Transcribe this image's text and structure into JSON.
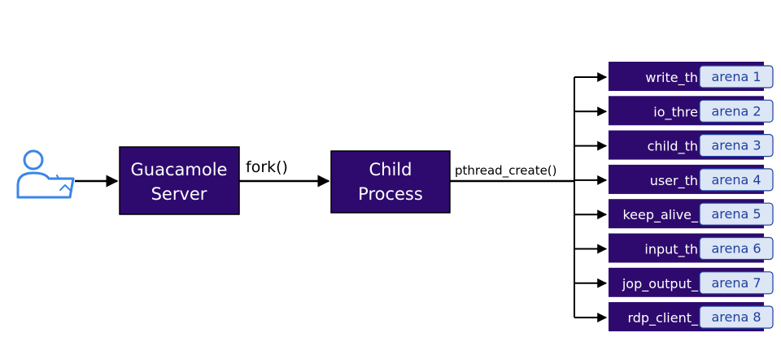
{
  "nodes": {
    "server": {
      "line1": "Guacamole",
      "line2": "Server"
    },
    "child": {
      "line1": "Child",
      "line2": "Process"
    }
  },
  "edges": {
    "fork": "fork()",
    "pthread": "pthread_create()"
  },
  "threads": [
    {
      "name": "write_th",
      "arena": "arena 1"
    },
    {
      "name": "io_thre",
      "arena": "arena 2"
    },
    {
      "name": "child_th",
      "arena": "arena 3"
    },
    {
      "name": "user_th",
      "arena": "arena 4"
    },
    {
      "name": "keep_alive_",
      "arena": "arena 5"
    },
    {
      "name": "input_th",
      "arena": "arena 6"
    },
    {
      "name": "jop_output_",
      "arena": "arena 7"
    },
    {
      "name": "rdp_client_",
      "arena": "arena 8"
    }
  ],
  "icons": {
    "user": "user-laptop-icon"
  },
  "colors": {
    "box_fill": "#2e0a6e",
    "arena_fill": "#dce6f5",
    "arena_text": "#1f3fa0",
    "icon": "#3a86e8",
    "line": "#000000"
  }
}
